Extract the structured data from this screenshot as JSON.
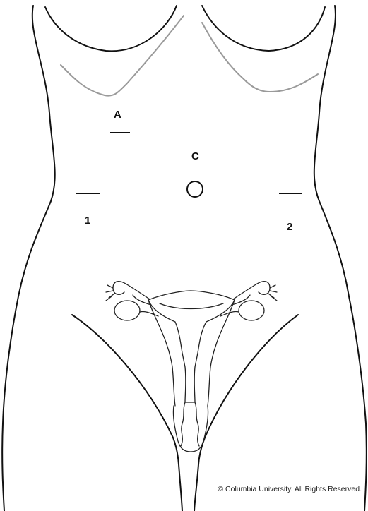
{
  "labels": {
    "a": "A",
    "c": "C",
    "one": "1",
    "two": "2"
  },
  "copyright": "© Columbia University. All Rights Reserved.",
  "colors": {
    "outline": "#111111",
    "rib": "#9a9a9a",
    "background": "#ffffff"
  }
}
